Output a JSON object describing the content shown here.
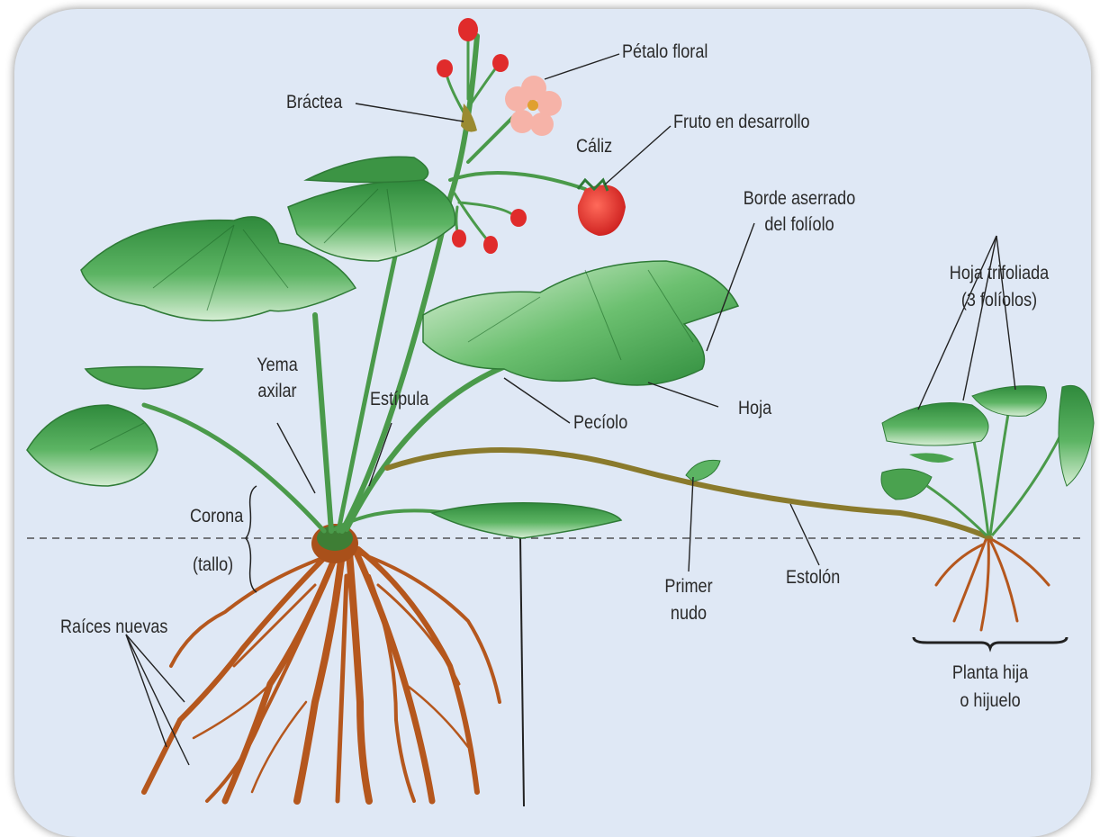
{
  "diagram": {
    "labels": {
      "petalo_floral": "Pétalo floral",
      "bractea": "Bráctea",
      "fruto": "Fruto en desarrollo",
      "caliz": "Cáliz",
      "borde_line1": "Borde aserrado",
      "borde_line2": "del folíolo",
      "hoja_trifoliada_line1": "Hoja trifoliada",
      "hoja_trifoliada_line2": "(3 folíolos)",
      "yema_line1": "Yema",
      "yema_line2": "axilar",
      "estipula": "Estípula",
      "peciolo": "Pecíolo",
      "hoja": "Hoja",
      "corona": "Corona",
      "tallo": "(tallo)",
      "primer_line1": "Primer",
      "primer_line2": "nudo",
      "estolon": "Estolón",
      "raices": "Raíces nuevas",
      "planta_line1": "Planta hija",
      "planta_line2": "o hijuelo"
    },
    "colors": {
      "background": "#dfe8f5",
      "leaf": "#3f9d4a",
      "leaf_light": "#bfe3bf",
      "stem": "#4a9a4a",
      "root": "#b5571d",
      "stolon": "#8a7a2c",
      "fruit": "#e02b2b",
      "flower": "#f6b3a8",
      "leader": "#222222"
    }
  }
}
